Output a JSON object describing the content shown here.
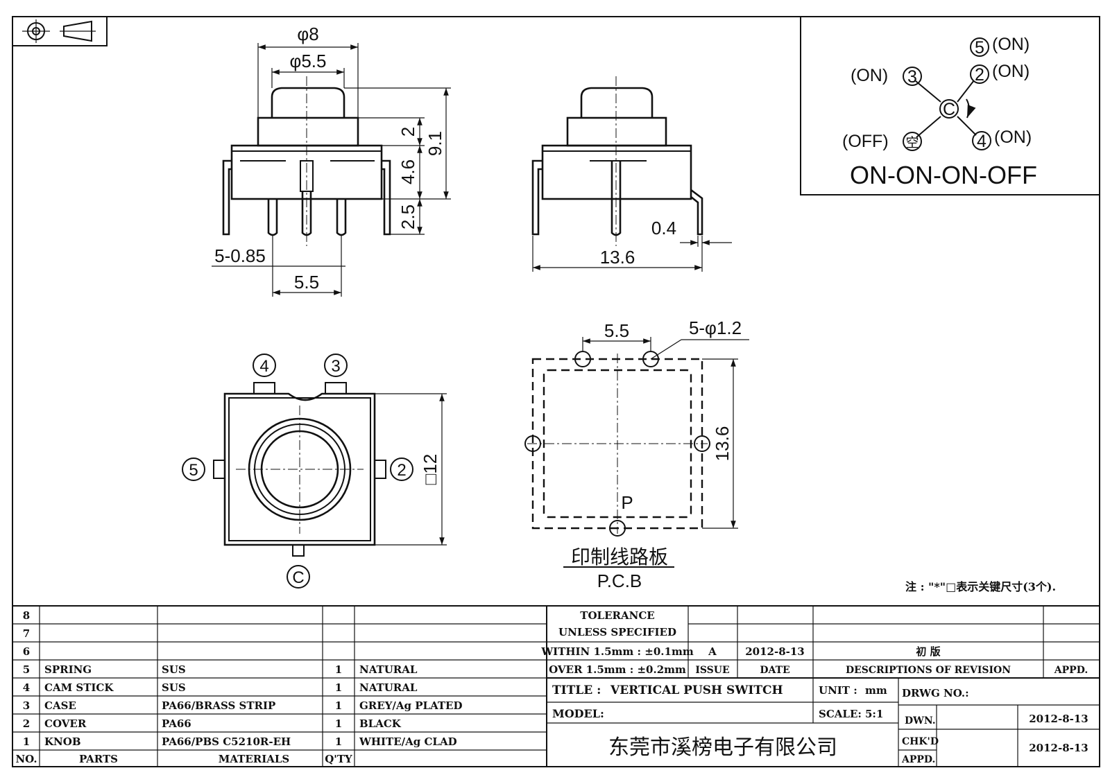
{
  "title_block": {
    "tolerance_line1": "TOLERANCE",
    "tolerance_line2": "UNLESS  SPECIFIED",
    "within": "WITHIN 1.5mm : ±0.1mm",
    "over": "OVER 1.5mm : ±0.2mm",
    "issue_label": "ISSUE",
    "date_label": "DATE",
    "desc_label": "DESCRIPTIONS OF REVISION",
    "appd_label": "APPD.",
    "revision": {
      "issue": "A",
      "date": "2012-8-13",
      "description": "初 版"
    },
    "title_label": "TITLE :",
    "title_value": "VERTICAL PUSH SWITCH",
    "unit_label": "UNIT :",
    "unit_value": "mm",
    "drwg_label": "DRWG NO.:",
    "model_label": "MODEL:",
    "scale_label": "SCALE:",
    "scale_value": "5:1",
    "dwn_label": "DWN.",
    "dwn_date": "2012-8-13",
    "chkd_label": "CHK'D",
    "chkd_date": "2012-8-13",
    "appd_row_label": "APPD.",
    "company": "东莞市溪榜电子有限公司"
  },
  "parts_header": {
    "no": "NO.",
    "parts": "PARTS",
    "materials": "MATERIALS",
    "qty": "Q'TY"
  },
  "parts": [
    {
      "no": "8",
      "part": "",
      "material": "",
      "qty": "",
      "finish": ""
    },
    {
      "no": "7",
      "part": "",
      "material": "",
      "qty": "",
      "finish": ""
    },
    {
      "no": "6",
      "part": "",
      "material": "",
      "qty": "",
      "finish": ""
    },
    {
      "no": "5",
      "part": "SPRING",
      "material": "SUS",
      "qty": "1",
      "finish": "NATURAL"
    },
    {
      "no": "4",
      "part": "CAM STICK",
      "material": "SUS",
      "qty": "1",
      "finish": "NATURAL"
    },
    {
      "no": "3",
      "part": "CASE",
      "material": "PA66/BRASS STRIP",
      "qty": "1",
      "finish": "GREY/Ag PLATED"
    },
    {
      "no": "2",
      "part": "COVER",
      "material": "PA66",
      "qty": "1",
      "finish": "BLACK"
    },
    {
      "no": "1",
      "part": "KNOB",
      "material": "PA66/PBS C5210R-EH",
      "qty": "1",
      "finish": "WHITE/Ag CLAD"
    }
  ],
  "schematic": {
    "function": "ON-ON-ON-OFF",
    "common": "C",
    "terminals": [
      {
        "id": "5",
        "state": "(ON)"
      },
      {
        "id": "2",
        "state": "(ON)"
      },
      {
        "id": "3",
        "state": "(ON)"
      },
      {
        "id": "4",
        "state": "(ON)"
      },
      {
        "id": "空",
        "state": "(OFF)"
      }
    ]
  },
  "dimensions": {
    "front_knob_dia": "φ8",
    "front_inner_dia": "φ5.5",
    "front_h1": "2",
    "front_h2": "4.6",
    "front_h3": "2.5",
    "front_total": "9.1",
    "front_pins": "5-0.85",
    "front_pitch": "5.5",
    "side_width": "13.6",
    "side_tab": "0.4",
    "top_size": "□12",
    "pcb_pitch": "5.5",
    "pcb_holes": "5-φ1.2",
    "pcb_size": "13.6",
    "pcb_p": "P"
  },
  "top_view_labels": {
    "t4": "4",
    "t3": "3",
    "t5": "5",
    "t2": "2",
    "tc": "C"
  },
  "pcb_label_cn": "印制线路板",
  "pcb_label_en": "P.C.B",
  "note": "注 : \"*\"□表示关键尺寸(3个)."
}
